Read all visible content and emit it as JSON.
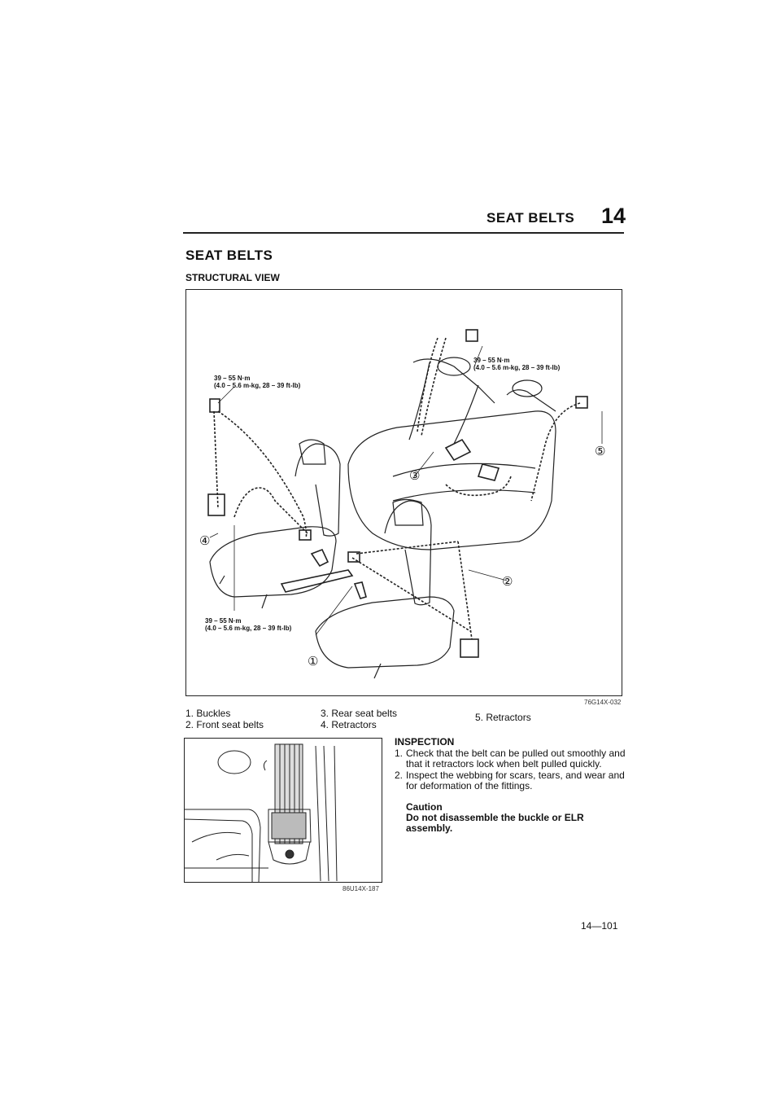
{
  "header": {
    "title": "SEAT BELTS",
    "number": "14"
  },
  "section": {
    "title": "SEAT BELTS",
    "subtitle": "STRUCTURAL VIEW"
  },
  "figure": {
    "torque": {
      "line1": "39 – 55 N·m",
      "line2": "(4.0 – 5.6 m-kg, 28 – 39 ft-lb)"
    },
    "callouts": [
      "①",
      "②",
      "③",
      "④",
      "⑤"
    ],
    "code": "76G14X-032"
  },
  "legend": [
    "1. Buckles",
    "2. Front seat belts",
    "3. Rear seat belts",
    "4. Retractors",
    "5. Retractors"
  ],
  "inspection": {
    "figure_code": "86U14X-187",
    "title": "INSPECTION",
    "steps": [
      {
        "num": "1.",
        "text": "Check that the belt can be pulled out smoothly and that it retractors lock when belt pulled quickly."
      },
      {
        "num": "2.",
        "text": "Inspect the webbing for scars, tears, and wear and for deformation of the fittings."
      }
    ],
    "caution_title": "Caution",
    "caution_text": "Do not disassemble the buckle or ELR assembly."
  },
  "page_number": "14—101"
}
